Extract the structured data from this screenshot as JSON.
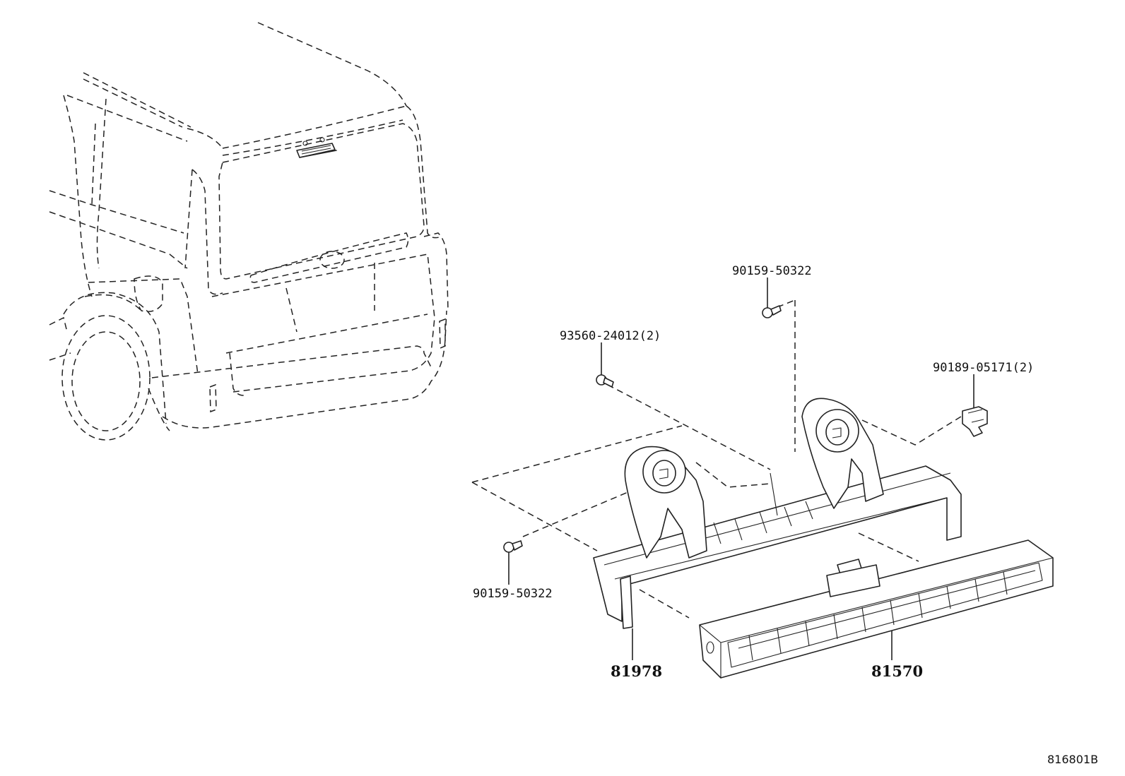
{
  "callouts": {
    "screw_top": "90159-50322",
    "screw_left": "93560-24012(2)",
    "clip_right": "90189-05171(2)",
    "screw_bottom": "90159-50322",
    "bracket": "81978",
    "lamp": "81570"
  },
  "diagram_ref": "816801B"
}
